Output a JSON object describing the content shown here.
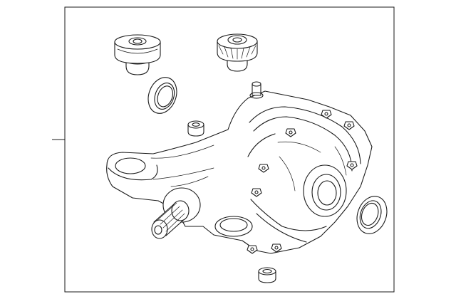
{
  "diagram": {
    "colors": {
      "line": "#1a1a1a",
      "background": "#ffffff"
    },
    "parts": [
      {
        "id": "mount-bushing-left",
        "icon": "rubber-bushing-icon"
      },
      {
        "id": "mount-bushing-right",
        "icon": "rubber-bushing-icon"
      },
      {
        "id": "axle-seal-upper",
        "icon": "oil-seal-icon"
      },
      {
        "id": "axle-seal-right",
        "icon": "oil-seal-icon"
      },
      {
        "id": "spacer-upper",
        "icon": "spacer-sleeve-icon"
      },
      {
        "id": "spacer-lower",
        "icon": "spacer-sleeve-icon"
      },
      {
        "id": "differential-assembly",
        "icon": "rear-differential-icon"
      }
    ]
  }
}
